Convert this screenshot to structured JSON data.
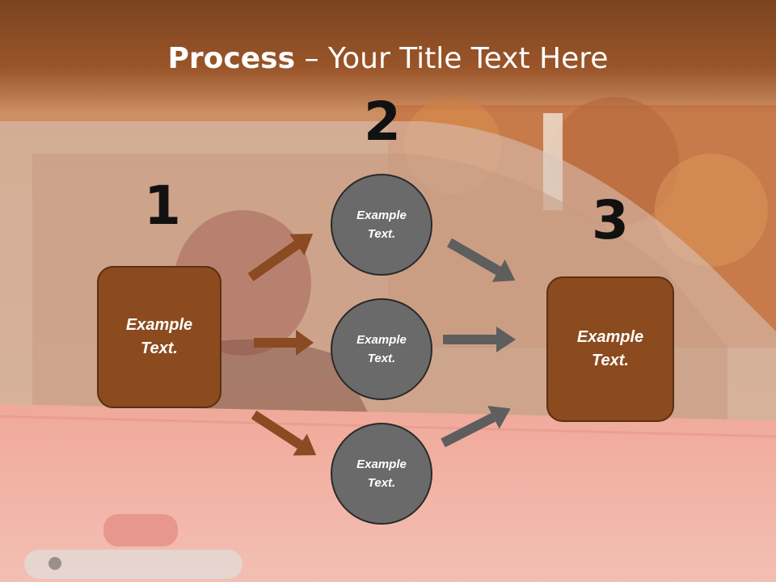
{
  "slide": {
    "title_bold": "Process",
    "title_rest": " – Your Title Text Here"
  },
  "steps": [
    {
      "number": "1",
      "text": "Example Text."
    },
    {
      "number": "2",
      "items": [
        "Example Text.",
        "Example Text.",
        "Example Text."
      ]
    },
    {
      "number": "3",
      "text": "Example Text."
    }
  ],
  "colors": {
    "brown": "#8c4a1f",
    "circle_gray": "#6a6a6a",
    "arrow_brown": "#8a4a22",
    "arrow_gray": "#5e5e5e"
  }
}
